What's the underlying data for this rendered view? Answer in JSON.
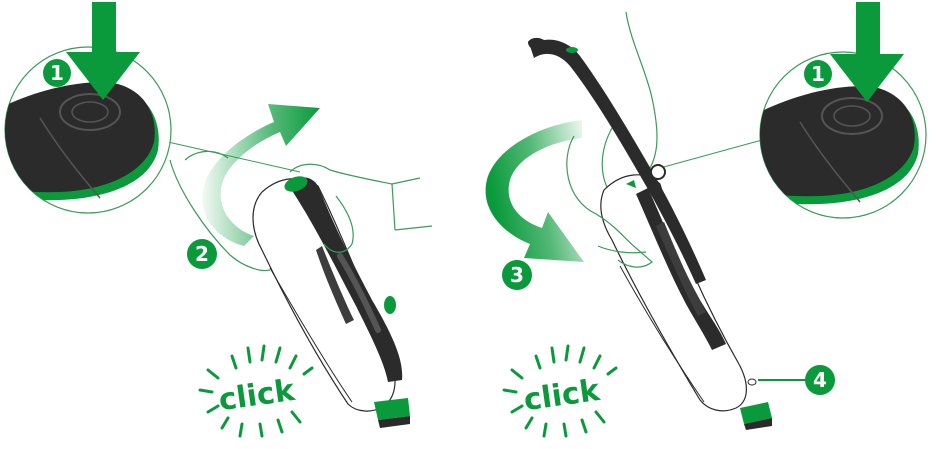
{
  "colors": {
    "green": "#0a9a3c",
    "green_dark": "#067a2c",
    "green_light": "#8fd29f",
    "outline_green": "#3c9a5a",
    "body_dark": "#2b2b2b",
    "body_mid": "#3d3d3d",
    "white": "#ffffff"
  },
  "panels": [
    {
      "id": "left",
      "steps": [
        {
          "number": "1",
          "icon": "press-down-arrow-icon"
        },
        {
          "number": "2",
          "icon": "rotate-arrow-icon"
        }
      ],
      "click_label": "click"
    },
    {
      "id": "right",
      "steps": [
        {
          "number": "1",
          "icon": "press-down-arrow-icon"
        },
        {
          "number": "3",
          "icon": "rotate-arrow-icon"
        },
        {
          "number": "4",
          "icon": "pointer-line-icon"
        }
      ],
      "click_label": "click"
    }
  ]
}
